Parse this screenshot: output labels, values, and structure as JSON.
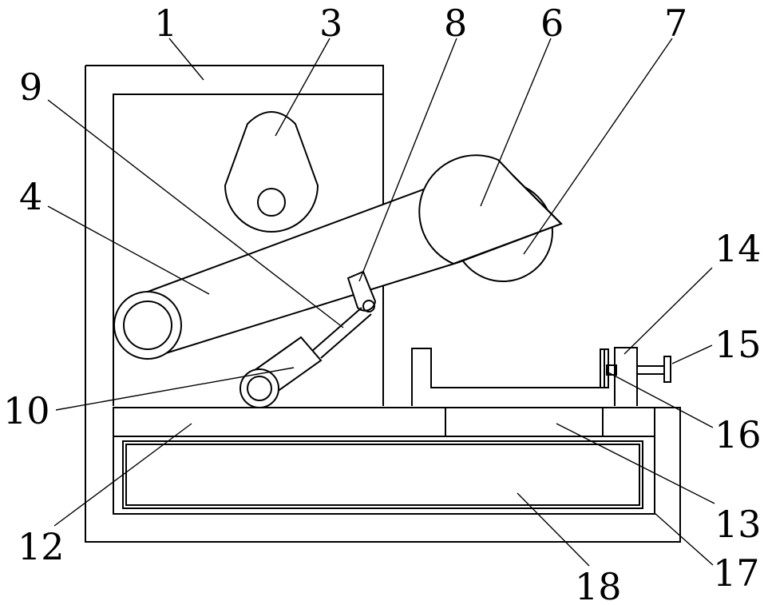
{
  "diagram": {
    "callouts": {
      "c1": "1",
      "c3": "3",
      "c4": "4",
      "c6": "6",
      "c7": "7",
      "c8": "8",
      "c9": "9",
      "c10": "10",
      "c12": "12",
      "c13": "13",
      "c14": "14",
      "c15": "15",
      "c16": "16",
      "c17": "17",
      "c18": "18"
    },
    "colors": {
      "line": "#000000",
      "background": "#ffffff"
    }
  }
}
